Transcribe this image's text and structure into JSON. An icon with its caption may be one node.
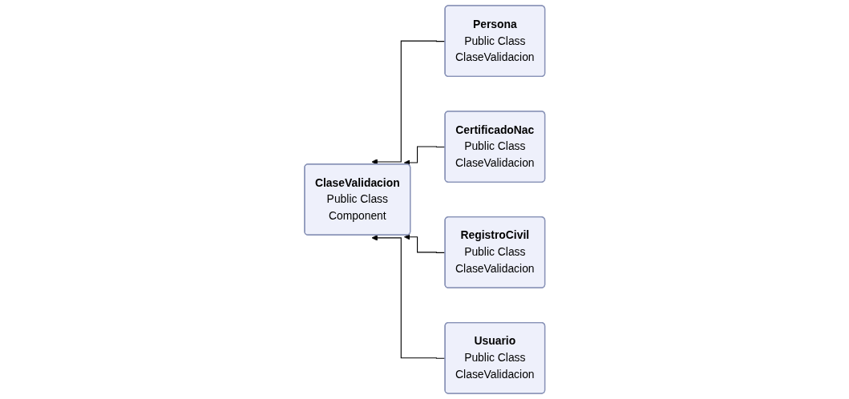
{
  "diagram": {
    "nodes": [
      {
        "text": [
          "Persona",
          "Public Class",
          "ClaseValidacion"
        ]
      },
      {
        "text": [
          "CertificadoNac",
          "Public Class",
          "ClaseValidacion"
        ]
      },
      {
        "text": [
          "RegistroCivil",
          "Public Class",
          "ClaseValidacion"
        ]
      },
      {
        "text": [
          "ClaseValidacion",
          "Public Class",
          "Component"
        ]
      },
      {
        "text": [
          "Usuario",
          "Public Class",
          "ClaseValidacion"
        ]
      }
    ],
    "edges": [
      {
        "from": 0,
        "to": 3,
        "arrow": "to"
      },
      {
        "from": 1,
        "to": 3,
        "arrow": "to"
      },
      {
        "from": 2,
        "to": 3,
        "arrow": "to"
      },
      {
        "from": 4,
        "to": 3,
        "arrow": "to"
      }
    ]
  }
}
